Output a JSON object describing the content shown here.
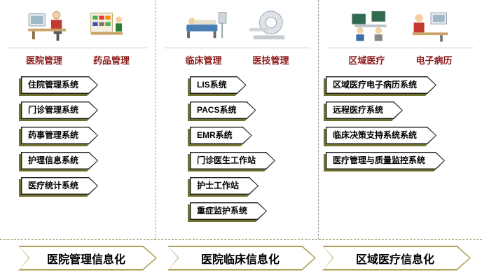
{
  "colors": {
    "category_text": "#8B1A1A",
    "box_border": "#1a1a1a",
    "box_shadow_olive": "#6f6f2e",
    "banner_border_olive": "#b0a35e",
    "divider_gray": "#9a9a9a"
  },
  "columns": [
    {
      "categories": [
        "医院管理",
        "药品管理"
      ],
      "icons": [
        "nurse-workstation-icon",
        "pharmacy-shelf-icon"
      ],
      "systems": [
        "住院管理系统",
        "门诊管理系统",
        "药事管理系统",
        "护理信息系统",
        "医疗统计系统"
      ],
      "banner": "医院管理信息化"
    },
    {
      "categories": [
        "临床管理",
        "医技管理"
      ],
      "icons": [
        "patient-bed-icon",
        "ct-scanner-icon"
      ],
      "systems": [
        "LIS系统",
        "PACS系统",
        "EMR系统",
        "门诊医生工作站",
        "护士工作站",
        "重症监护系统"
      ],
      "banner": "医院临床信息化"
    },
    {
      "categories": [
        "区域医疗",
        "电子病历"
      ],
      "icons": [
        "regional-terminals-icon",
        "doctor-workstation-icon"
      ],
      "systems": [
        "区域医疗电子病历系统",
        "远程医疗系统",
        "临床决策支持系统系统",
        "医疗管理与质量监控系统"
      ],
      "banner": "区域医疗信息化"
    }
  ]
}
